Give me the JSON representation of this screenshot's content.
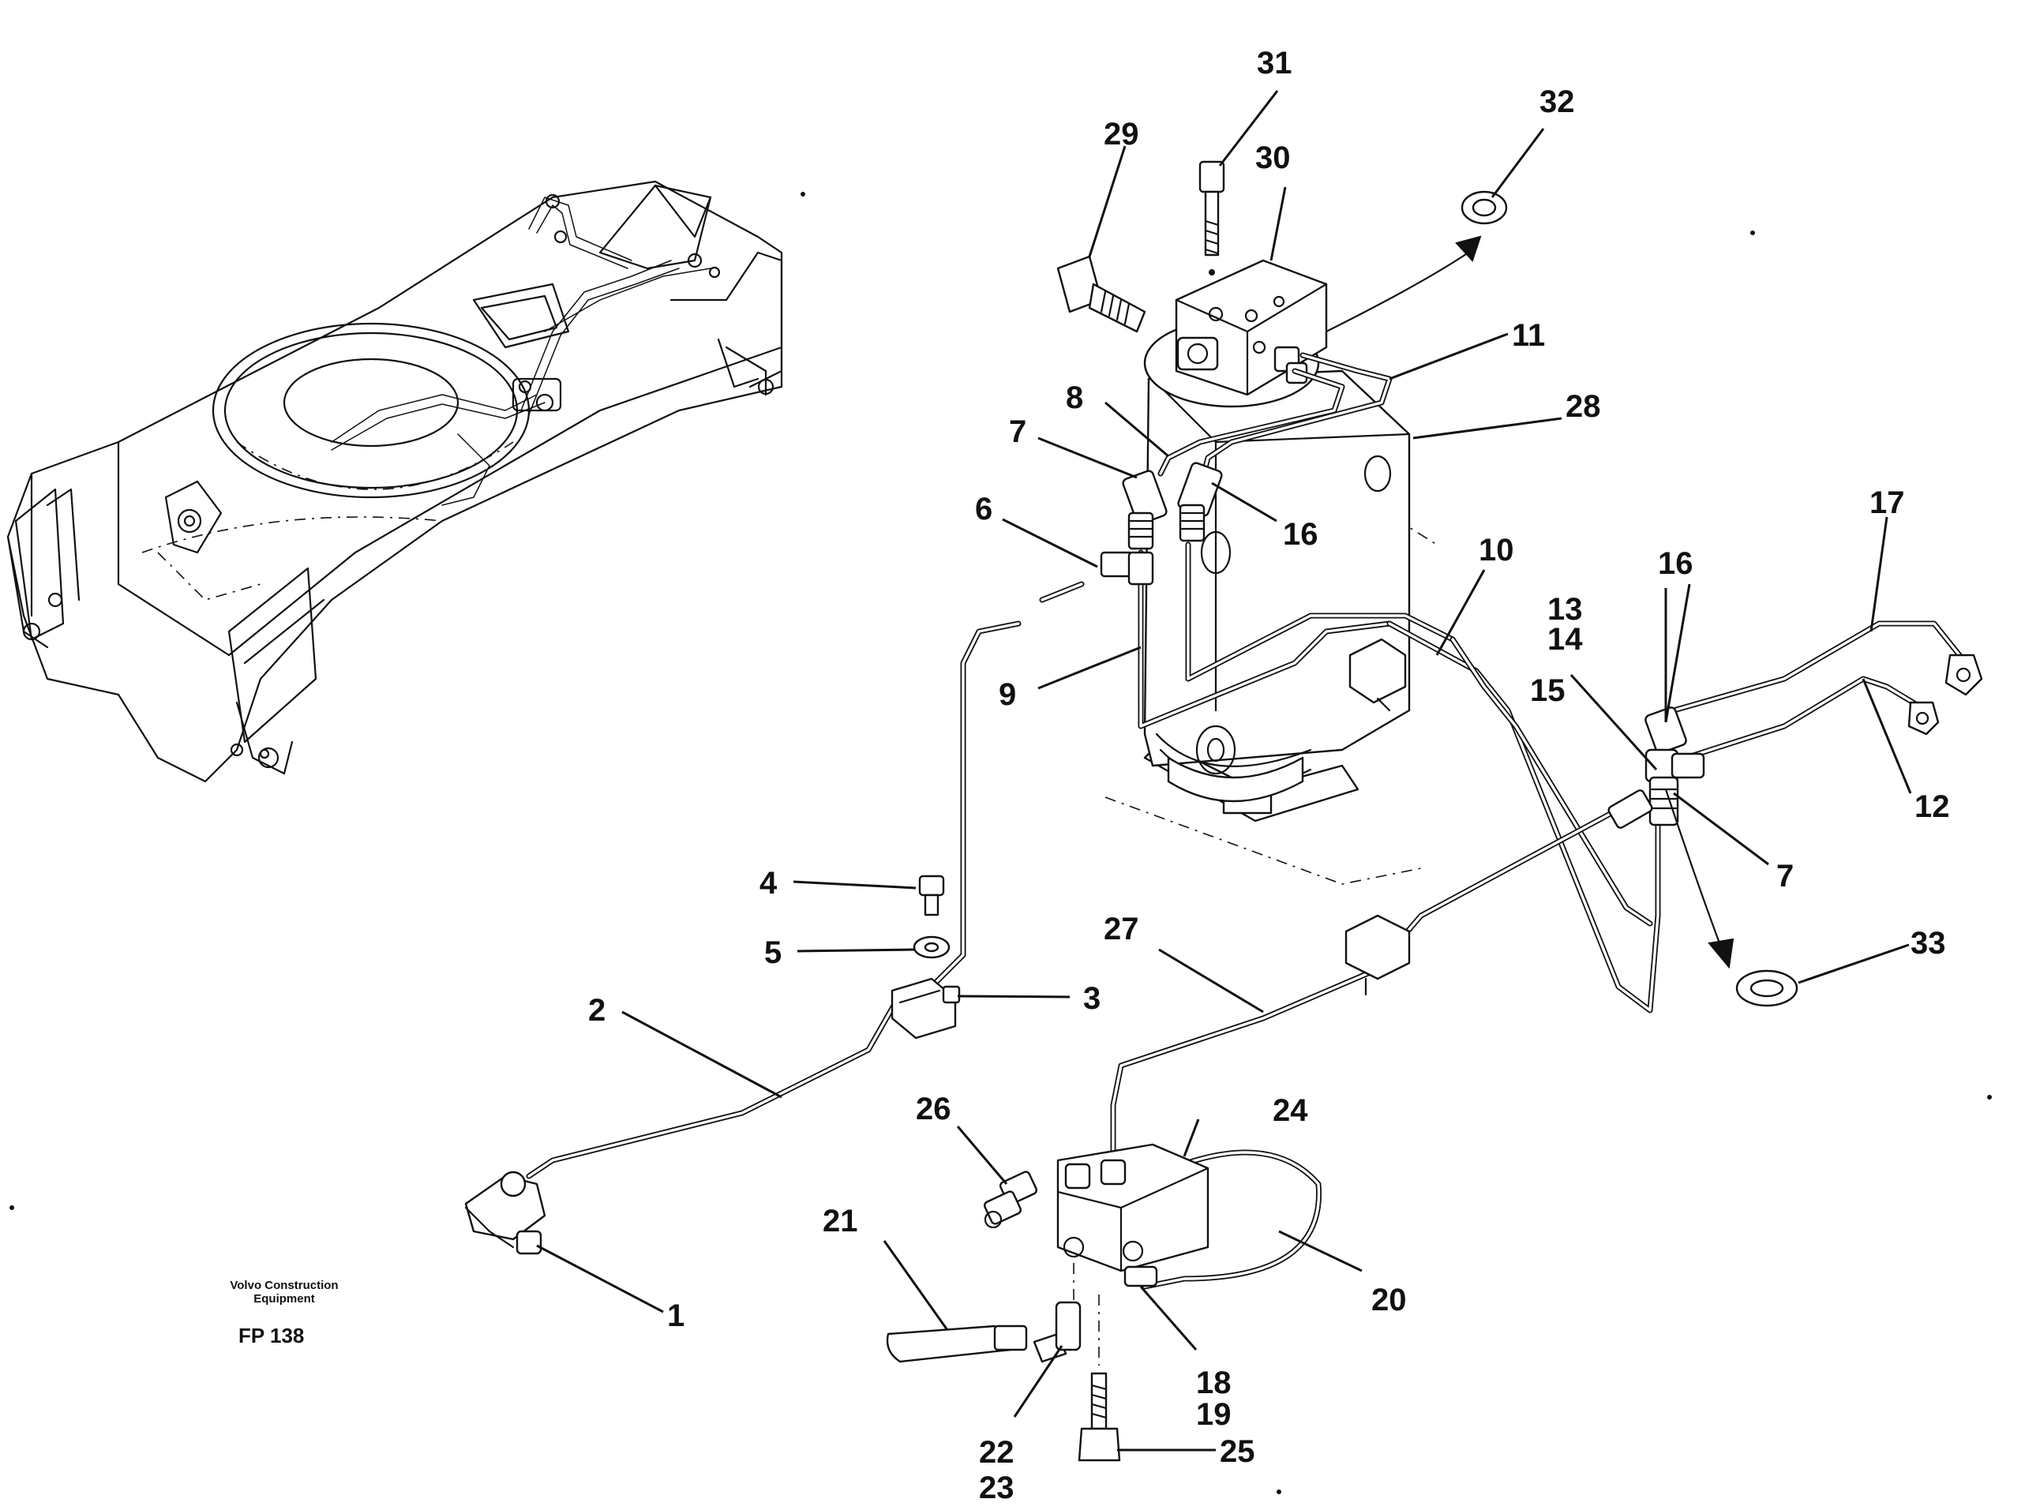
{
  "diagram": {
    "brand_line_1": "Volvo Construction",
    "brand_line_2": "Equipment",
    "figure_code": "FP 138",
    "callouts": [
      {
        "id": "c1",
        "label": "1"
      },
      {
        "id": "c2",
        "label": "2"
      },
      {
        "id": "c3",
        "label": "3"
      },
      {
        "id": "c4",
        "label": "4"
      },
      {
        "id": "c5",
        "label": "5"
      },
      {
        "id": "c6",
        "label": "6"
      },
      {
        "id": "c7a",
        "label": "7"
      },
      {
        "id": "c7b",
        "label": "7"
      },
      {
        "id": "c8",
        "label": "8"
      },
      {
        "id": "c9",
        "label": "9"
      },
      {
        "id": "c10",
        "label": "10"
      },
      {
        "id": "c11",
        "label": "11"
      },
      {
        "id": "c12",
        "label": "12"
      },
      {
        "id": "c13",
        "label": "13"
      },
      {
        "id": "c14",
        "label": "14"
      },
      {
        "id": "c15",
        "label": "15"
      },
      {
        "id": "c16a",
        "label": "16"
      },
      {
        "id": "c16b",
        "label": "16"
      },
      {
        "id": "c17",
        "label": "17"
      },
      {
        "id": "c18",
        "label": "18"
      },
      {
        "id": "c19",
        "label": "19"
      },
      {
        "id": "c20",
        "label": "20"
      },
      {
        "id": "c21",
        "label": "21"
      },
      {
        "id": "c22",
        "label": "22"
      },
      {
        "id": "c23",
        "label": "23"
      },
      {
        "id": "c24",
        "label": "24"
      },
      {
        "id": "c25",
        "label": "25"
      },
      {
        "id": "c26",
        "label": "26"
      },
      {
        "id": "c27",
        "label": "27"
      },
      {
        "id": "c28",
        "label": "28"
      },
      {
        "id": "c29",
        "label": "29"
      },
      {
        "id": "c30",
        "label": "30"
      },
      {
        "id": "c31",
        "label": "31"
      },
      {
        "id": "c32",
        "label": "32"
      },
      {
        "id": "c33",
        "label": "33"
      }
    ]
  }
}
